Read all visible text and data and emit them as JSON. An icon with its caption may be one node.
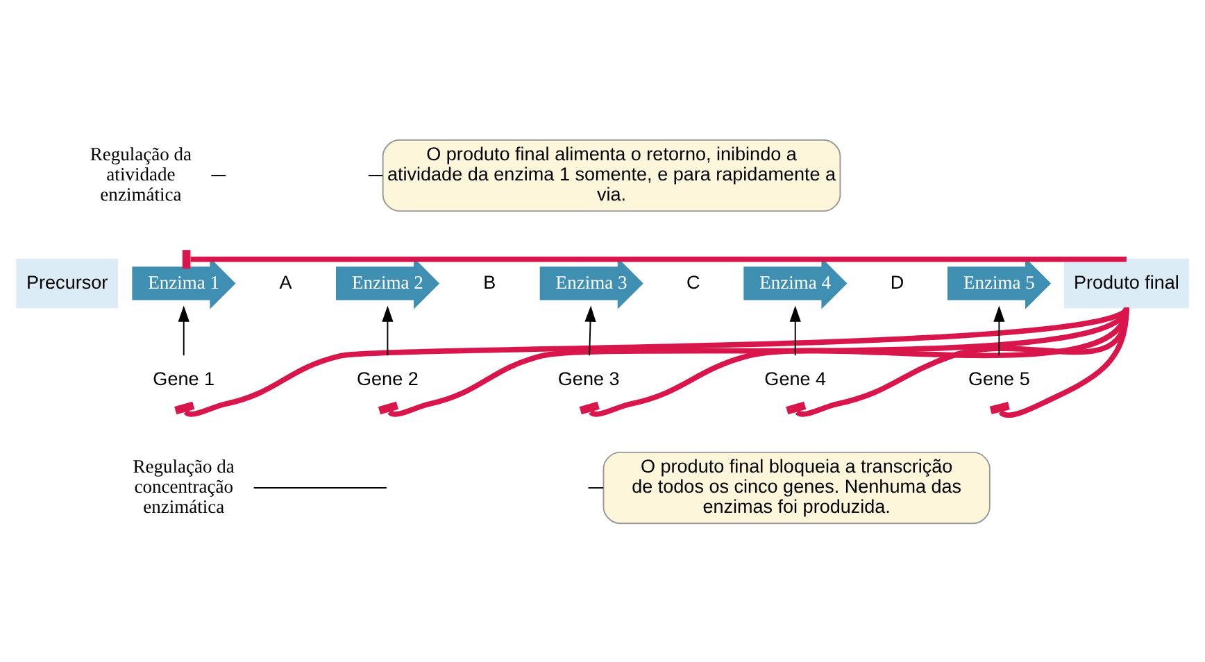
{
  "diagram": {
    "nodes": [
      {
        "text": [
          "Precursor"
        ]
      },
      {
        "text": [
          "Enzima 1"
        ]
      },
      {
        "text": [
          "A"
        ]
      },
      {
        "text": [
          "Enzima 2"
        ]
      },
      {
        "text": [
          "B"
        ]
      },
      {
        "text": [
          "Enzima 3"
        ]
      },
      {
        "text": [
          "C"
        ]
      },
      {
        "text": [
          "Enzima 4"
        ]
      },
      {
        "text": [
          "D"
        ]
      },
      {
        "text": [
          "Enzima 5"
        ]
      },
      {
        "text": [
          "Produto final"
        ]
      },
      {
        "text": [
          "Gene 1"
        ]
      },
      {
        "text": [
          "Gene 2"
        ]
      },
      {
        "text": [
          "Gene 3"
        ]
      },
      {
        "text": [
          "Gene 4"
        ]
      },
      {
        "text": [
          "Gene 5"
        ]
      },
      {
        "text": [
          "O produto final alimenta o retorno, inibindo a atividade da enzima 1 somente, e para rapidamente a via."
        ]
      },
      {
        "text": [
          "O produto final bloqueia a transcrição de todos os cinco genes. Nenhuma das enzimas foi produzida."
        ]
      },
      {
        "text": [
          "Regulação da atividade enzimática"
        ]
      },
      {
        "text": [
          "Regulação da concentração enzimática"
        ]
      }
    ],
    "edges": [
      {
        "from": 11,
        "to": 1,
        "arrow": "to"
      },
      {
        "from": 12,
        "to": 3,
        "arrow": "to"
      },
      {
        "from": 13,
        "to": 5,
        "arrow": "to"
      },
      {
        "from": 14,
        "to": 7,
        "arrow": "to"
      },
      {
        "from": 15,
        "to": 9,
        "arrow": "to"
      },
      {
        "from": 10,
        "to": 1,
        "arrow": "other",
        "style": "thick",
        "color": "#d9164c"
      },
      {
        "from": 10,
        "to": 11,
        "arrow": "other",
        "style": "thick",
        "color": "#d9164c"
      },
      {
        "from": 10,
        "to": 12,
        "arrow": "other",
        "style": "thick",
        "color": "#d9164c"
      },
      {
        "from": 10,
        "to": 13,
        "arrow": "other",
        "style": "thick",
        "color": "#d9164c"
      },
      {
        "from": 10,
        "to": 14,
        "arrow": "other",
        "style": "thick",
        "color": "#d9164c"
      },
      {
        "from": 10,
        "to": 15,
        "arrow": "other",
        "style": "thick",
        "color": "#d9164c"
      },
      {
        "from": 16,
        "to": null,
        "arrow": "none"
      },
      {
        "from": 17,
        "to": null,
        "arrow": "none"
      },
      {
        "from": 18,
        "to": null,
        "arrow": "none"
      },
      {
        "from": 19,
        "to": null,
        "arrow": "none"
      }
    ]
  }
}
